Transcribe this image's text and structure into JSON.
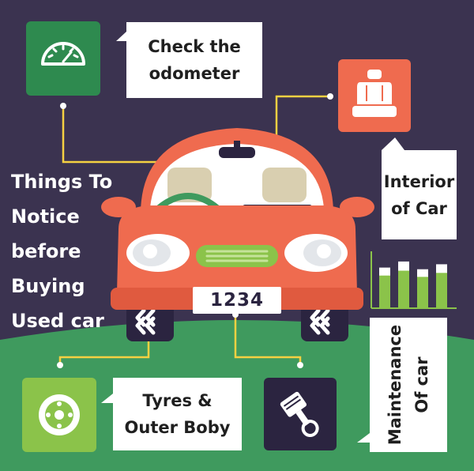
{
  "headline": {
    "lines": [
      "Things To",
      "Notice",
      "before",
      "Buying",
      "Used car"
    ]
  },
  "plate": {
    "text": "1234"
  },
  "callouts": {
    "odometer": {
      "line1": "Check the",
      "line2": "odometer",
      "icon": "speedometer-icon"
    },
    "interior": {
      "line1": "Interior",
      "line2": "of Car",
      "icon": "car-seat-icon"
    },
    "tyres": {
      "line1": "Tyres &",
      "line2": "Outer Boby",
      "icon": "wheel-icon"
    },
    "maintenance": {
      "line1": "Maintenance",
      "line2": "Of car",
      "icon": "piston-icon"
    }
  },
  "colors": {
    "background": "#3b3350",
    "ground": "#3f9a5e",
    "car_body": "#ef6b4f",
    "odometer_tile": "#2e8a4f",
    "interior_tile": "#ef6b4f",
    "tyres_tile": "#8bc34a",
    "maintenance_tile": "#2b2440",
    "connector": "#f5d142",
    "bar_green": "#8bc34a"
  },
  "bars_fill": [
    0.72,
    0.83,
    0.69,
    0.78
  ]
}
